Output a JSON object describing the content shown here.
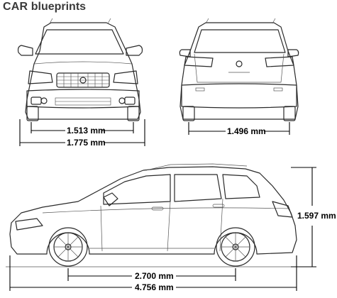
{
  "logo": {
    "part1": "CAR",
    "part2": "blueprints"
  },
  "dimensions": {
    "front_track": "1.513 mm",
    "front_width": "1.775 mm",
    "rear_track": "1.496 mm",
    "height": "1.597 mm",
    "wheelbase": "2.700 mm",
    "length": "4.756 mm"
  }
}
